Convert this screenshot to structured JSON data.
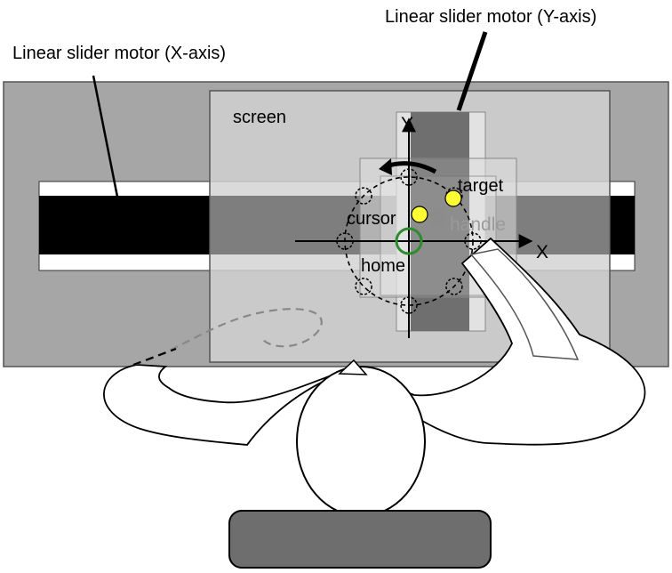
{
  "labels": {
    "motor_x": "Linear slider motor (X-axis)",
    "motor_y": "Linear slider motor (Y-axis)",
    "screen": "screen",
    "target": "target",
    "cursor": "cursor",
    "handle": "handle",
    "home": "home",
    "axis_x": "X",
    "axis_y": "Y"
  },
  "colors": {
    "frame": "#a6a6a6",
    "screen": "#cfcfcf",
    "rail": "#000000",
    "track": "#6f6f6f",
    "target": "#ffff33",
    "cursor": "#ffff33",
    "home": "#2e8b2e",
    "handle": "#8c8c8c",
    "pad": "#6e6e6e"
  },
  "icons": {
    "target_markers": "dashed-circle-icon",
    "rotation_direction": "curved-arrow-icon"
  },
  "target_marker_count": 8
}
